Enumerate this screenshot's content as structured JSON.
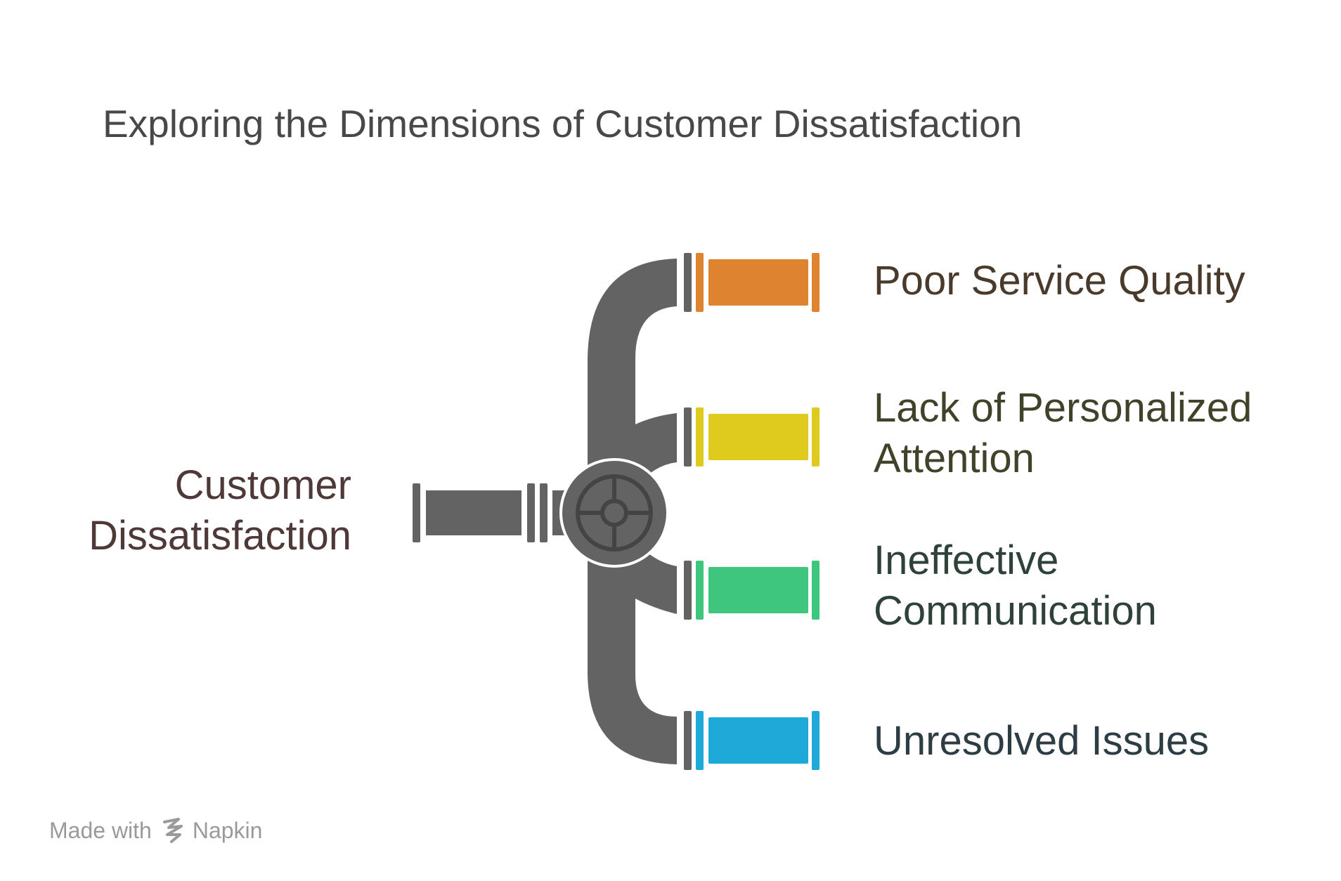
{
  "title": "Exploring the Dimensions of Customer Dissatisfaction",
  "source": {
    "lines": [
      "Customer",
      "Dissatisfaction"
    ],
    "color": "#4f3838"
  },
  "pipe_color": "#636363",
  "branches": [
    {
      "lines": [
        "Poor Service Quality"
      ],
      "color": "#de8431",
      "text_color": "#4a3a2c"
    },
    {
      "lines": [
        "Lack of Personalized",
        "Attention"
      ],
      "color": "#dfcb1e",
      "text_color": "#42412a"
    },
    {
      "lines": [
        "Ineffective",
        "Communication"
      ],
      "color": "#3ec67f",
      "text_color": "#2f4239"
    },
    {
      "lines": [
        "Unresolved Issues"
      ],
      "color": "#1fa9d9",
      "text_color": "#2d3d44"
    }
  ],
  "footer": {
    "made_with": "Made with",
    "brand": "Napkin",
    "icon": "napkin-logo-icon"
  }
}
